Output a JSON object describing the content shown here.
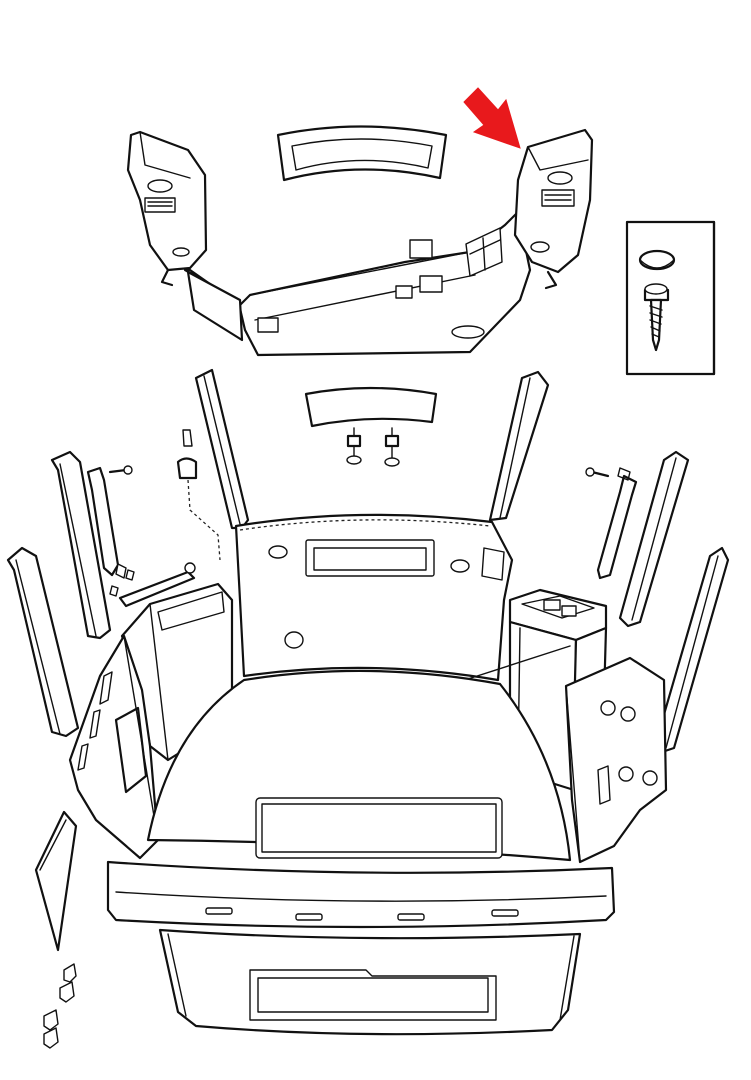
{
  "diagram": {
    "type": "exploded-parts-diagram",
    "background": "#ffffff",
    "line_color": "#111111",
    "arrow_color": "#e8191c",
    "callout": {
      "indicator": "red-arrow",
      "points_to": "right-upper-rear-quarter-trim-panel"
    },
    "inset": {
      "contents": [
        "cap",
        "screw"
      ]
    }
  }
}
